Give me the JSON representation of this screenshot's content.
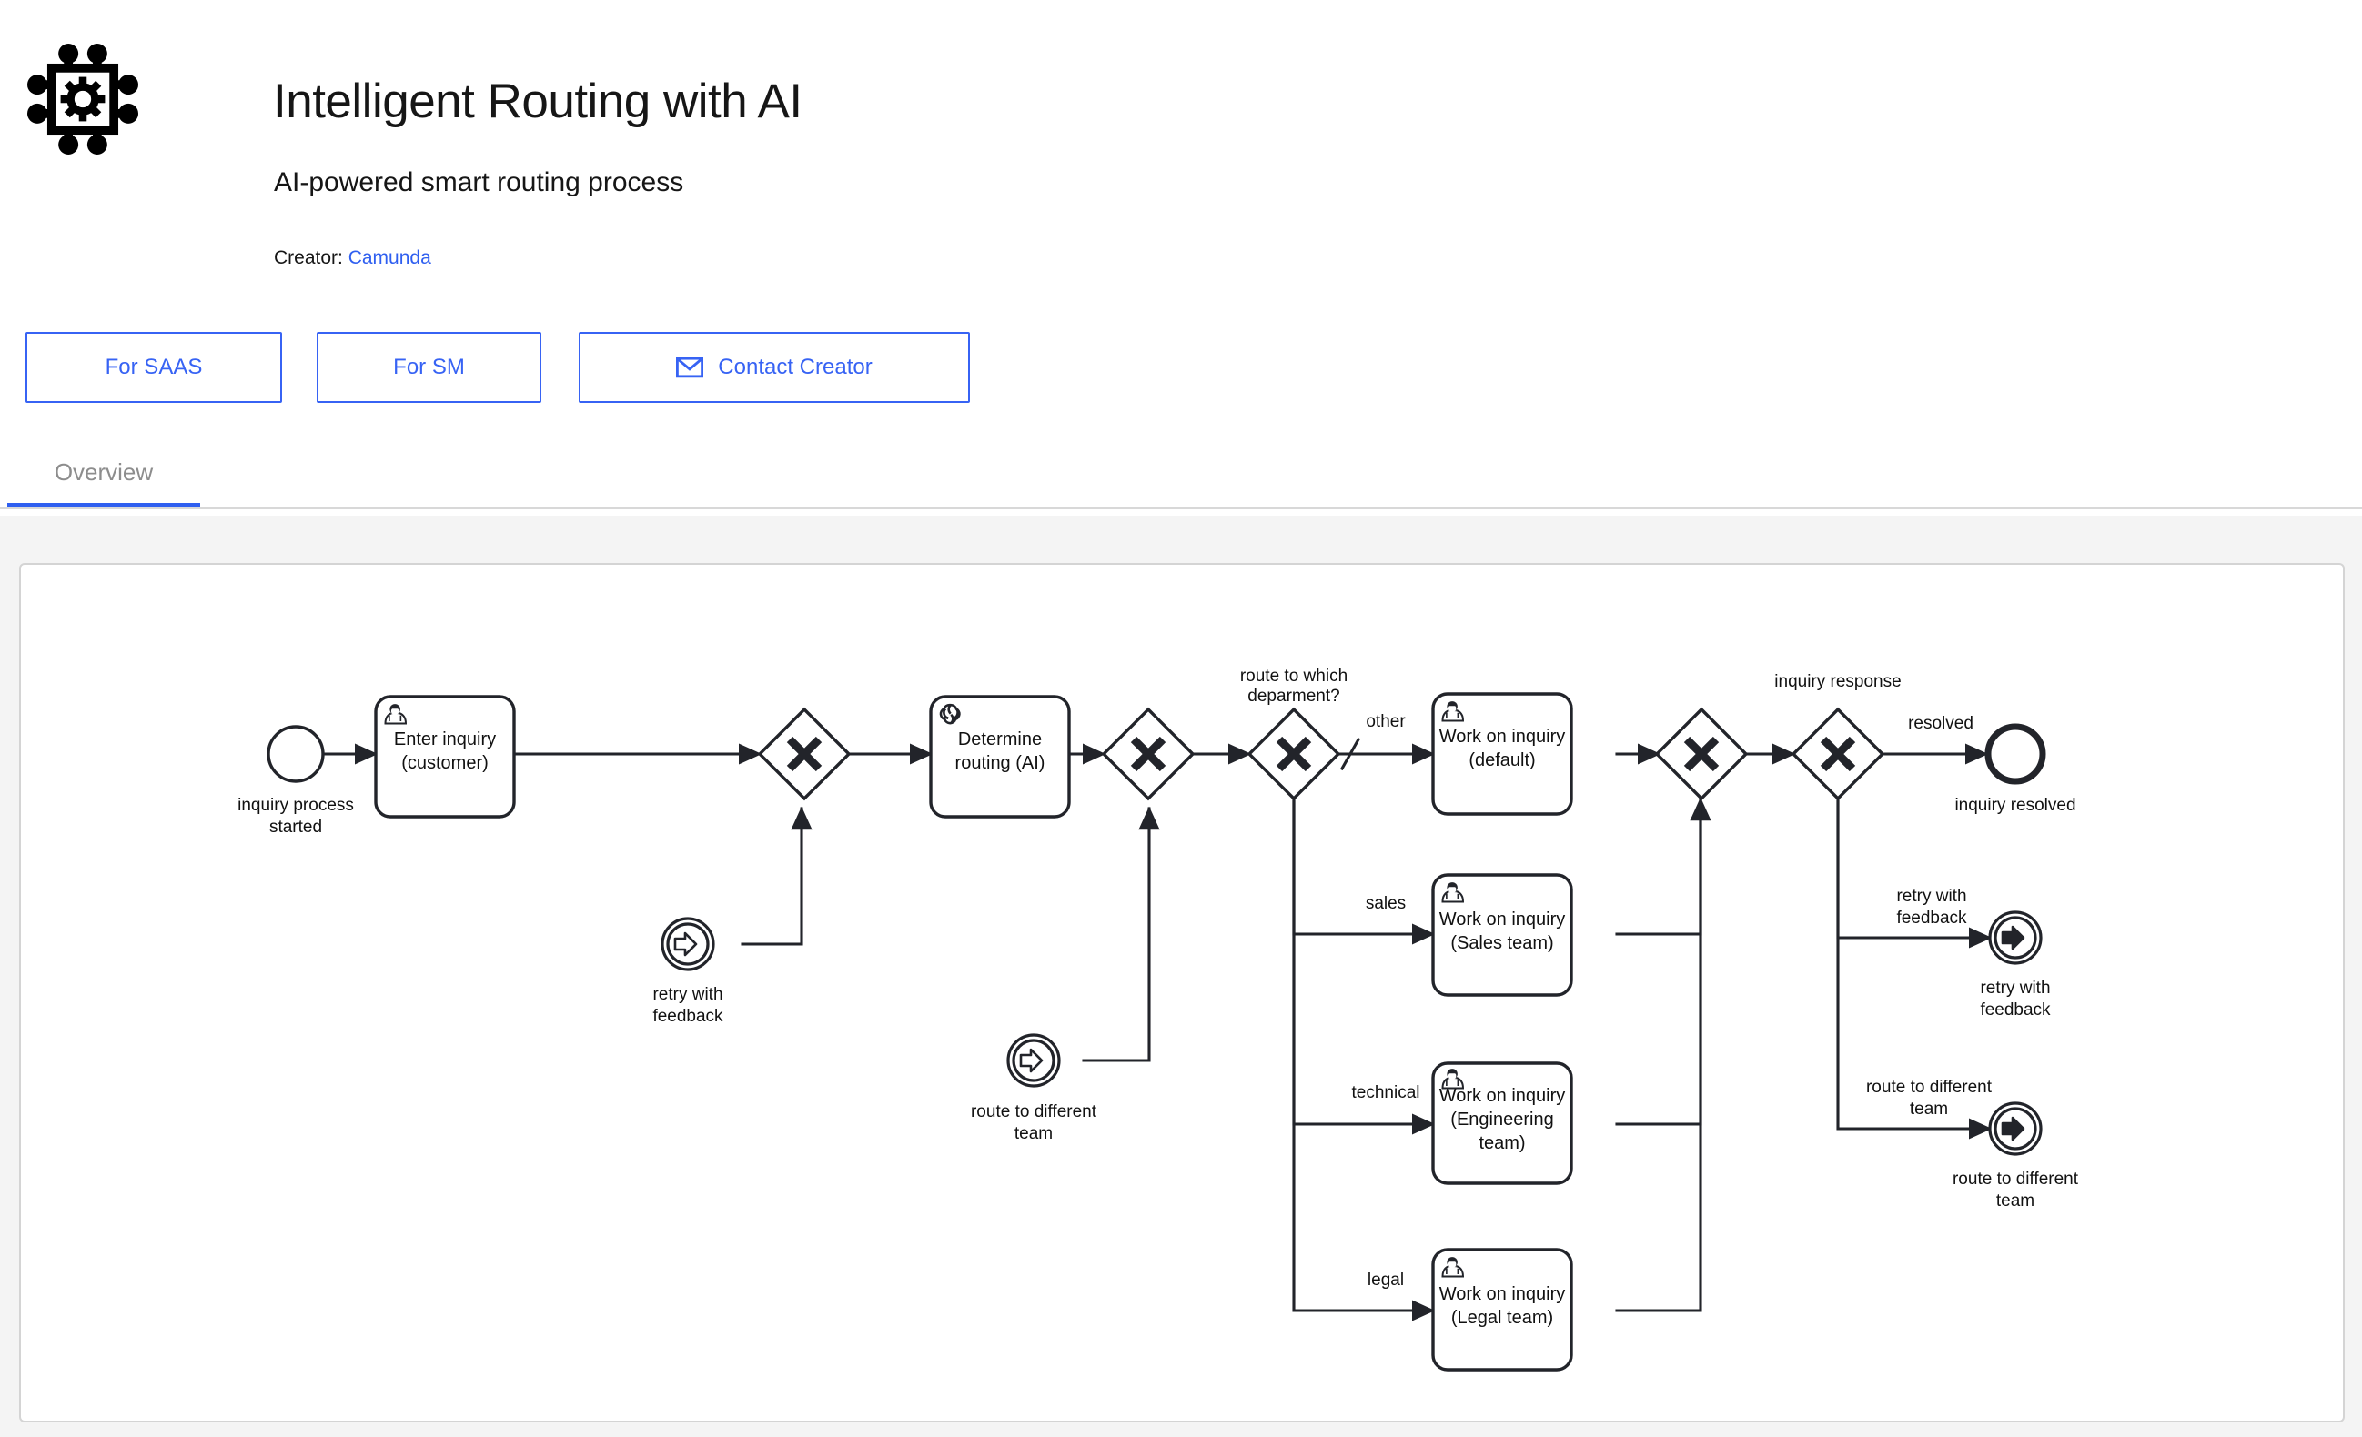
{
  "header": {
    "logo_icon": "ai-chip-gear-icon",
    "title": "Intelligent Routing with AI",
    "subtitle": "AI-powered smart routing process",
    "creator_label": "Creator:",
    "creator_name": "Camunda",
    "accent_color": "#2f5ff0"
  },
  "buttons": [
    {
      "label": "For SAAS",
      "icon": null
    },
    {
      "label": "For SM",
      "icon": null
    },
    {
      "label": "Contact Creator",
      "icon": "mail-icon"
    }
  ],
  "tabs": [
    {
      "label": "Overview",
      "active": true
    }
  ],
  "diagram": {
    "type": "bpmn",
    "title": "Intelligent Routing with AI process",
    "nodes": [
      {
        "id": "start",
        "kind": "start-event",
        "label": "inquiry process\nstarted",
        "label_line1": "inquiry process",
        "label_line2": "started"
      },
      {
        "id": "enter",
        "kind": "user-task",
        "label_line1": "Enter inquiry",
        "label_line2": "(customer)"
      },
      {
        "id": "gw1",
        "kind": "exclusive-gateway",
        "label": ""
      },
      {
        "id": "determine",
        "kind": "service-task-ai",
        "label_line1": "Determine",
        "label_line2": "routing (AI)"
      },
      {
        "id": "gw2",
        "kind": "exclusive-gateway",
        "label": ""
      },
      {
        "id": "gw-route",
        "kind": "exclusive-gateway",
        "label_line1": "route to which",
        "label_line2": "deparment?"
      },
      {
        "id": "work-default",
        "kind": "user-task",
        "label_line1": "Work on inquiry",
        "label_line2": "(default)"
      },
      {
        "id": "work-sales",
        "kind": "user-task",
        "label_line1": "Work on inquiry",
        "label_line2": "(Sales team)"
      },
      {
        "id": "work-eng",
        "kind": "user-task",
        "label_line1": "Work on inquiry",
        "label_line2": "(Engineering",
        "label_line3": "team)"
      },
      {
        "id": "work-legal",
        "kind": "user-task",
        "label_line1": "Work on inquiry",
        "label_line2": "(Legal team)"
      },
      {
        "id": "gw3",
        "kind": "exclusive-gateway",
        "label": ""
      },
      {
        "id": "gw-response",
        "kind": "exclusive-gateway",
        "label": "inquiry response"
      },
      {
        "id": "end-resolved",
        "kind": "end-event",
        "label": "inquiry resolved"
      },
      {
        "id": "ev-retry-in",
        "kind": "intermediate-throw-link",
        "label_line1": "retry with",
        "label_line2": "feedback"
      },
      {
        "id": "ev-route-in",
        "kind": "intermediate-throw-link",
        "label_line1": "route to different",
        "label_line2": "team"
      },
      {
        "id": "ev-retry-out",
        "kind": "end-link-event",
        "label_line1": "retry with",
        "label_line2": "feedback"
      },
      {
        "id": "ev-route-out",
        "kind": "end-link-event",
        "label_line1": "route to different",
        "label_line2": "team"
      }
    ],
    "flow_labels": [
      {
        "id": "fl-other",
        "text": "other",
        "is_default": true
      },
      {
        "id": "fl-sales",
        "text": "sales"
      },
      {
        "id": "fl-technical",
        "text": "technical"
      },
      {
        "id": "fl-legal",
        "text": "legal"
      },
      {
        "id": "fl-resolved",
        "text": "resolved"
      },
      {
        "id": "fl-retry",
        "text_line1": "retry with",
        "text_line2": "feedback"
      },
      {
        "id": "fl-route",
        "text_line1": "route to different",
        "text_line2": "team"
      }
    ],
    "gateway_labels": {
      "route": {
        "line1": "route to which",
        "line2": "deparment?"
      },
      "response": {
        "line1": "inquiry response"
      }
    }
  }
}
